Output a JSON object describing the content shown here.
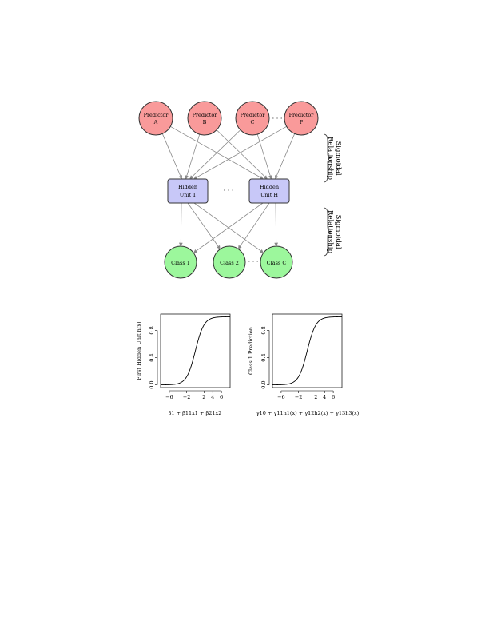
{
  "network": {
    "predictors": [
      {
        "line1": "Predictor",
        "line2": "A"
      },
      {
        "line1": "Predictor",
        "line2": "B"
      },
      {
        "line1": "Predictor",
        "line2": "C"
      },
      {
        "line1": "Predictor",
        "line2": "P"
      }
    ],
    "hidden_units": [
      {
        "line1": "Hidden",
        "line2": "Unit 1"
      },
      {
        "line1": "Hidden",
        "line2": "Unit H"
      }
    ],
    "classes": [
      {
        "label": "Class 1"
      },
      {
        "label": "Class 2"
      },
      {
        "label": "Class C"
      }
    ],
    "ellipsis": "· · ·",
    "brace_top": {
      "line1": "Sigmoidal",
      "line2": "Relationship"
    },
    "brace_bottom": {
      "line1": "Sigmoidal",
      "line2": "Relationship"
    },
    "colors": {
      "predictor_fill": "#f99a9a",
      "hidden_fill": "#c8c8f8",
      "class_fill": "#9cf79c",
      "edge": "#888888"
    }
  },
  "chart_data": [
    {
      "type": "line",
      "ylabel": "First Hidden Unit   h(x)",
      "xlabel": "β1 + β11x1 + β21x2",
      "xticks": [
        -6,
        -2,
        2,
        4,
        6
      ],
      "yticks": [
        0.0,
        0.4,
        0.8
      ],
      "xlim": [
        -8,
        8
      ],
      "ylim": [
        -0.04,
        1.04
      ],
      "series": [
        {
          "function": "logistic",
          "x_range": [
            -8,
            8
          ]
        }
      ]
    },
    {
      "type": "line",
      "ylabel": "Class 1 Prediction",
      "xlabel": "γ10 + γ11h1(x) + γ12h2(x) + γ13h3(x)",
      "xticks": [
        -6,
        -2,
        2,
        4,
        6
      ],
      "yticks": [
        0.0,
        0.4,
        0.8
      ],
      "xlim": [
        -8,
        8
      ],
      "ylim": [
        -0.04,
        1.04
      ],
      "series": [
        {
          "function": "logistic",
          "x_range": [
            -8,
            8
          ]
        }
      ]
    }
  ]
}
